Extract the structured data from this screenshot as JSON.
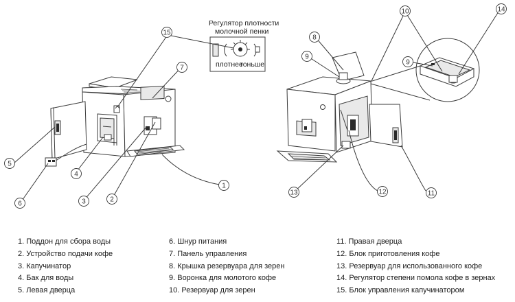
{
  "frother_regulator": {
    "title_line1": "Регулятор плотности",
    "title_line2": "молочной пенки",
    "label_denser": "плотнее",
    "label_thinner": "тоньше"
  },
  "callouts": [
    "1",
    "2",
    "3",
    "4",
    "5",
    "6",
    "7",
    "8",
    "9",
    "10",
    "11",
    "12",
    "13",
    "14",
    "15"
  ],
  "legend": {
    "col1": [
      "1. Поддон для сбора воды",
      "2. Устройство подачи кофе",
      "3. Капучинатор",
      "4. Бак для воды",
      "5. Левая дверца"
    ],
    "col2": [
      "6. Шнур питания",
      "7. Панель управления",
      "8. Крышка резервуара для зерен",
      "9. Воронка для молотого кофе",
      "10. Резервуар для зерен"
    ],
    "col3": [
      "11. Правая дверца",
      "12. Блок приготовления кофе",
      "13. Резервуар для использованного кофе",
      "14. Регулятор степени помола кофе в зернах",
      "15. Блок управления капучинатором"
    ]
  }
}
